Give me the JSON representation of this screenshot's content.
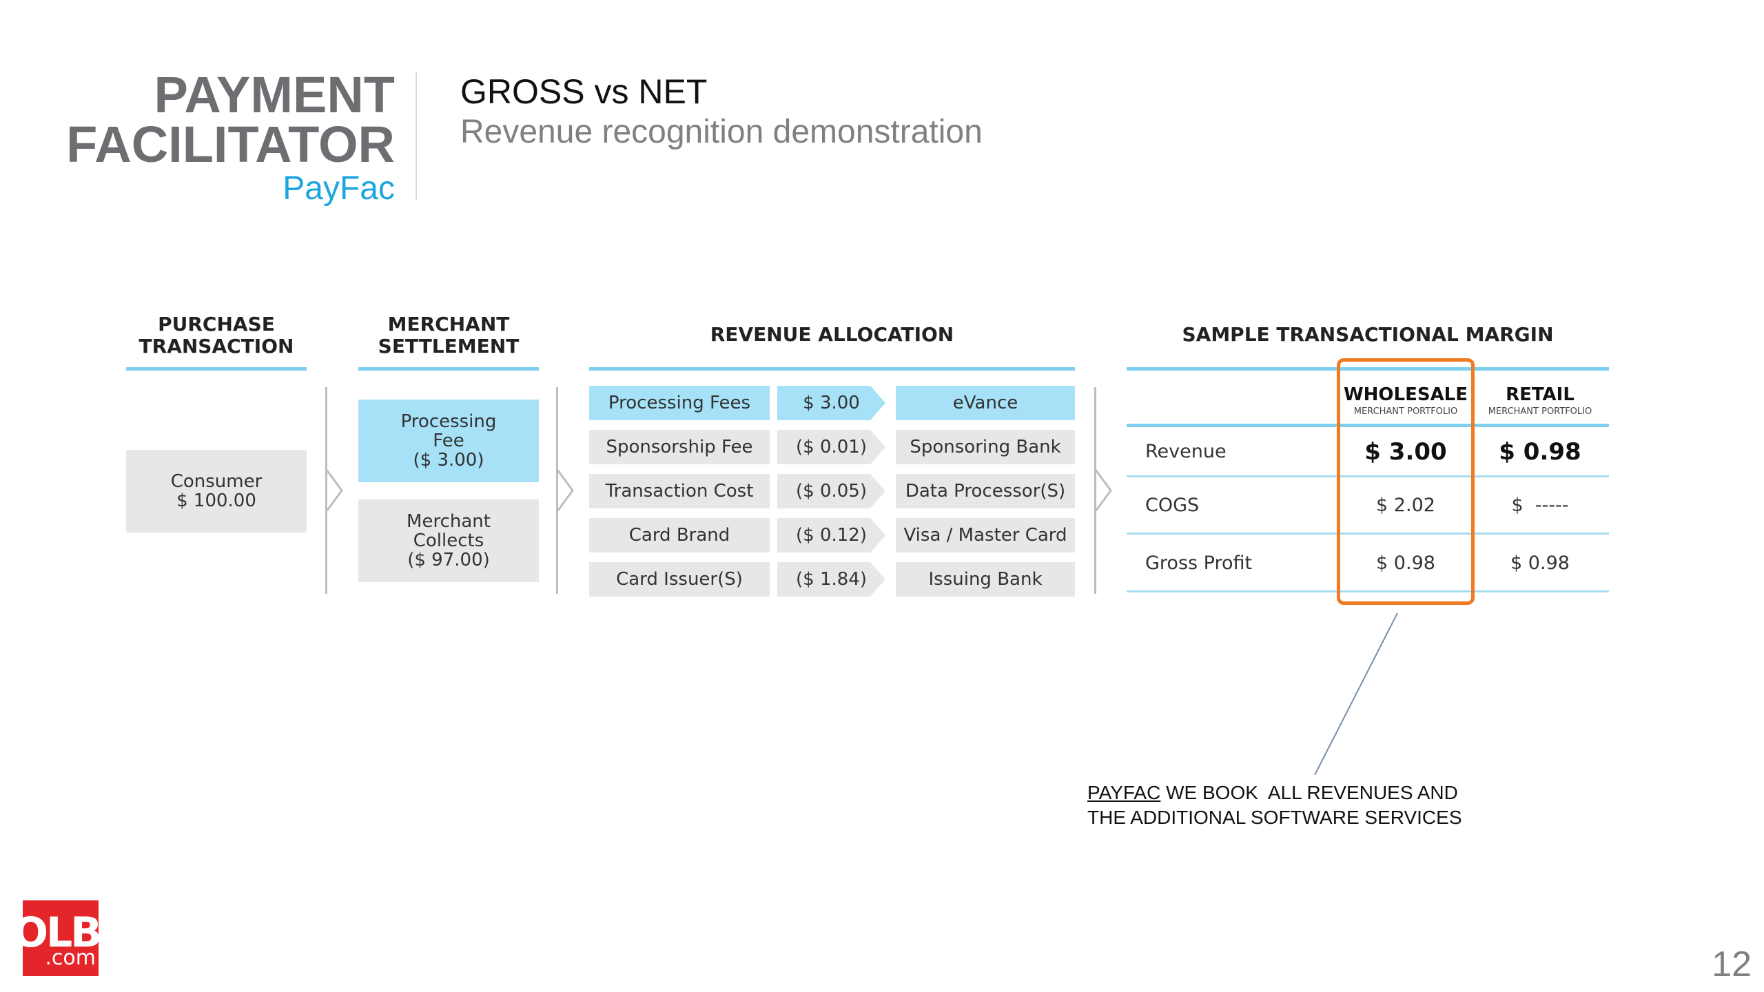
{
  "header": {
    "title_line1": "PAYMENT",
    "title_line2": "FACILITATOR",
    "subtitle_brand": "PayFac",
    "main_title": "GROSS vs NET",
    "main_subtitle": "Revenue recognition demonstration"
  },
  "diagram": {
    "purchase": {
      "heading_line1": "PURCHASE",
      "heading_line2": "TRANSACTION",
      "box_line1": "Consumer",
      "box_line2": "$ 100.00"
    },
    "settlement": {
      "heading_line1": "MERCHANT",
      "heading_line2": "SETTLEMENT",
      "fee_line1": "Processing",
      "fee_line2": "Fee",
      "fee_line3": "($ 3.00)",
      "collects_line1": "Merchant",
      "collects_line2": "Collects",
      "collects_line3": "($ 97.00)"
    },
    "allocation": {
      "heading": "REVENUE ALLOCATION",
      "rows": [
        {
          "item": "Processing Fees",
          "amount": "$ 3.00",
          "party": "eVance"
        },
        {
          "item": "Sponsorship Fee",
          "amount": "($ 0.01)",
          "party": "Sponsoring Bank"
        },
        {
          "item": "Transaction Cost",
          "amount": "($ 0.05)",
          "party": "Data Processor(S)"
        },
        {
          "item": "Card Brand",
          "amount": "($ 0.12)",
          "party": "Visa / Master Card"
        },
        {
          "item": "Card Issuer(S)",
          "amount": "($ 1.84)",
          "party": "Issuing Bank"
        }
      ]
    },
    "margin": {
      "heading": "SAMPLE TRANSACTIONAL MARGIN",
      "col_wholesale": "WHOLESALE",
      "col_wholesale_sub": "MERCHANT PORTFOLIO",
      "col_retail": "RETAIL",
      "col_retail_sub": "MERCHANT PORTFOLIO",
      "rows": [
        {
          "label": "Revenue",
          "wholesale": "$ 3.00",
          "retail": "$ 0.98"
        },
        {
          "label": "COGS",
          "wholesale": "$ 2.02",
          "retail": "$  -----"
        },
        {
          "label": "Gross Profit",
          "wholesale": "$ 0.98",
          "retail": "$ 0.98"
        }
      ]
    }
  },
  "note": {
    "underlined": "PAYFAC",
    "line1_rest": " WE BOOK  ALL REVENUES AND",
    "line2": "THE ADDITIONAL SOFTWARE SERVICES"
  },
  "logo": {
    "text_top": "OLB",
    "text_bottom": ".com",
    "color": "#e4262b"
  },
  "page_number": "12",
  "colors": {
    "accent_blue": "#1ba6e0",
    "highlight_blue": "#a6e1f7",
    "rule_blue": "#7fd0f0",
    "orange": "#f07b22",
    "title_gray": "#6d6e71"
  }
}
